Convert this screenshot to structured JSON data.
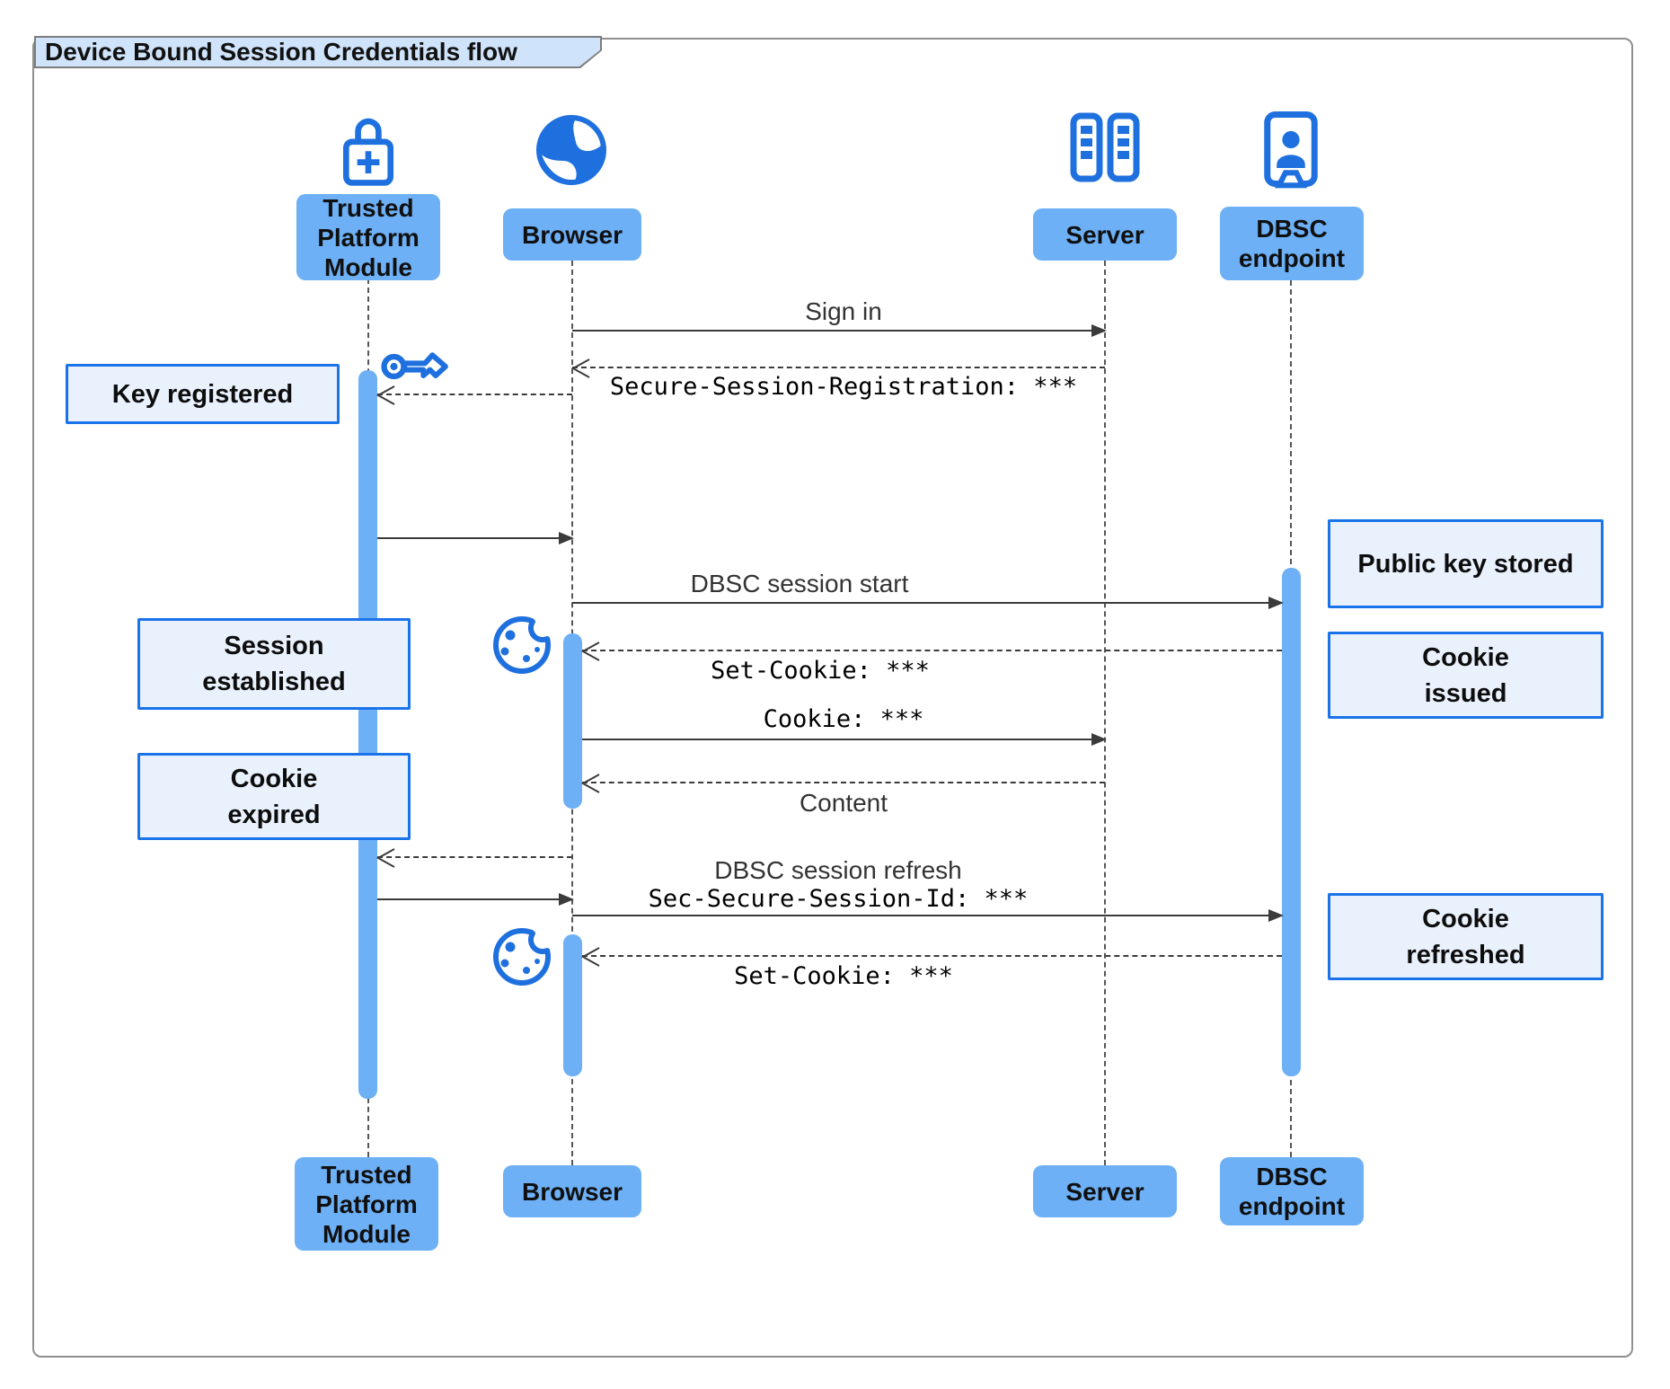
{
  "title": "Device Bound Session Credentials flow",
  "participants": [
    {
      "name": "Trusted Platform Module",
      "icon": "lock-plus-icon"
    },
    {
      "name": "Browser",
      "icon": "globe-icon"
    },
    {
      "name": "Server",
      "icon": "server-rack-icon"
    },
    {
      "name": "DBSC endpoint",
      "icon": "id-badge-icon"
    }
  ],
  "messages": [
    {
      "from": "Browser",
      "to": "Server",
      "label": "Sign in",
      "line": "solid",
      "text_style": "sans"
    },
    {
      "from": "Server",
      "to": "Browser",
      "label": "Secure-Session-Registration: ***",
      "line": "dashed",
      "text_style": "mono"
    },
    {
      "from": "Browser",
      "to": "Trusted Platform Module",
      "label": "",
      "line": "dashed"
    },
    {
      "from": "Trusted Platform Module",
      "to": "Browser",
      "label": "",
      "line": "solid"
    },
    {
      "from": "Browser",
      "to": "DBSC endpoint",
      "label": "DBSC session start",
      "line": "solid",
      "text_style": "sans"
    },
    {
      "from": "DBSC endpoint",
      "to": "Browser",
      "label": "Set-Cookie: ***",
      "line": "dashed",
      "text_style": "mono"
    },
    {
      "from": "Browser",
      "to": "Server",
      "label": "Cookie: ***",
      "line": "solid",
      "text_style": "mono"
    },
    {
      "from": "Server",
      "to": "Browser",
      "label": "Content",
      "line": "dashed",
      "text_style": "sans"
    },
    {
      "from": "Browser",
      "to": "Trusted Platform Module",
      "label": "",
      "line": "dashed"
    },
    {
      "from": "Trusted Platform Module",
      "to": "Browser",
      "label": "",
      "line": "solid"
    },
    {
      "from": "Browser",
      "to": "DBSC endpoint",
      "label": "DBSC session refresh",
      "label2": "Sec-Secure-Session-Id: ***",
      "line": "solid",
      "text_style": "sans+mono"
    },
    {
      "from": "DBSC endpoint",
      "to": "Browser",
      "label": "Set-Cookie: ***",
      "line": "dashed",
      "text_style": "mono"
    }
  ],
  "notes": [
    {
      "text": "Key registered",
      "side": "left"
    },
    {
      "text": "Session established",
      "side": "left"
    },
    {
      "text": "Cookie expired",
      "side": "left"
    },
    {
      "text": "Public key stored",
      "side": "right"
    },
    {
      "text": "Cookie issued",
      "side": "right"
    },
    {
      "text": "Cookie refreshed",
      "side": "right"
    }
  ],
  "icons": {
    "tpm": "lock-plus-icon",
    "browser": "globe-icon",
    "server": "server-rack-icon",
    "dbsc": "id-badge-icon",
    "key": "key-icon",
    "cookie": "cookie-icon"
  },
  "colors": {
    "actor_fill": "#6db0f6",
    "icon_blue": "#1f70df",
    "note_fill": "#e9f1fc",
    "note_border": "#1a73e8",
    "title_fill": "#cfe3fa",
    "line": "#3b3b3b"
  }
}
